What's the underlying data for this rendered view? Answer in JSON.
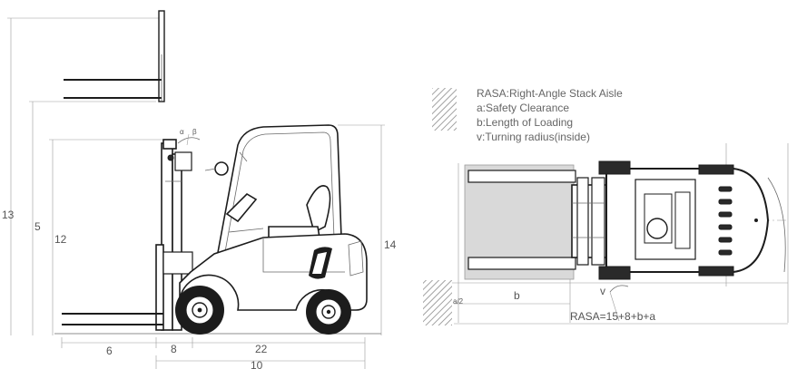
{
  "legend": {
    "title": "RASA:Right-Angle Stack Aisle",
    "a": "a:Safety Clearance",
    "b": "b:Length of Loading",
    "v": "v:Turning radius(inside)"
  },
  "side_view_dimensions": {
    "d13": "13",
    "d5": "5",
    "d12": "12",
    "d14": "14",
    "d6": "6",
    "d8": "8",
    "d22": "22",
    "d10": "10",
    "tilt_a": "α",
    "tilt_b": "β"
  },
  "top_view_dimensions": {
    "a_half": "a/2",
    "b": "b",
    "v": "v",
    "rasa_formula": "RASA=15+8+b+a"
  },
  "colors": {
    "line": "#6a6a6a",
    "body": "#1c1c1c",
    "load_fill": "#d9d9d9",
    "hatch": "#8a8a8a"
  }
}
